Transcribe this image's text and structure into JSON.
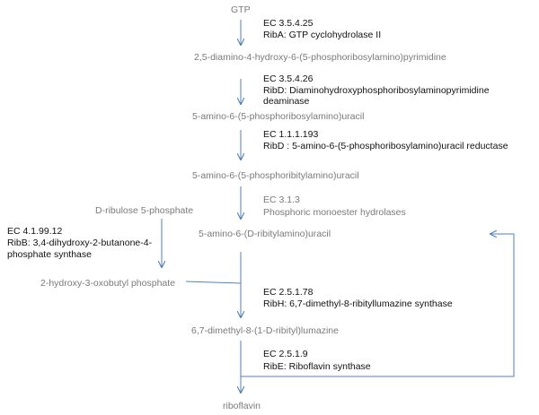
{
  "metabolites": {
    "gtp": "GTP",
    "diamino": "2,5-diamino-4-hydroxy-6-(5-phosphoribosylamino)pyrimidine",
    "amino_phosphoribosylamino": "5-amino-6-(5-phosphoribosylamino)uracil",
    "amino_phosphoribitylamino": "5-amino-6-(5-phosphoribitylamino)uracil",
    "ribulose": "D-ribulose 5-phosphate",
    "ribitylamino": "5-amino-6-(D-ribitylamino)uracil",
    "oxobutyl": "2-hydroxy-3-oxobutyl phosphate",
    "lumazine": "6,7-dimethyl-8-(1-D-ribityl)lumazine",
    "riboflavin": "riboflavin"
  },
  "enzymes": {
    "ribA": {
      "ec": "EC 3.5.4.25",
      "name": "RibA: GTP cyclohydrolase II"
    },
    "ribD_deaminase": {
      "ec": "EC 3.5.4.26",
      "name_line1": "RibD: Diaminohydroxyphosphoribosylaminopyrimidine",
      "name_line2": "deaminase"
    },
    "ribD_reductase": {
      "ec": "EC 1.1.1.193",
      "name": "RibD : 5-amino-6-(5-phosphoribosylamino)uracil reductase"
    },
    "phosphatase": {
      "ec": "EC 3.1.3",
      "name": "Phosphoric monoester hydrolases"
    },
    "ribB": {
      "ec": "EC 4.1.99.12",
      "name_line1": "RibB: 3,4-dihydroxy-2-butanone-4-",
      "name_line2": "phosphate synthase"
    },
    "ribH": {
      "ec": "EC 2.5.1.78",
      "name": "RibH: 6,7-dimethyl-8-ribityllumazine synthase"
    },
    "ribE": {
      "ec": "EC 2.5.1.9",
      "name": "RibE: Riboflavin synthase"
    }
  },
  "colors": {
    "arrow": "#4f81bd",
    "metabolite_text": "#7a7a7a",
    "enzyme_text": "#111111"
  }
}
